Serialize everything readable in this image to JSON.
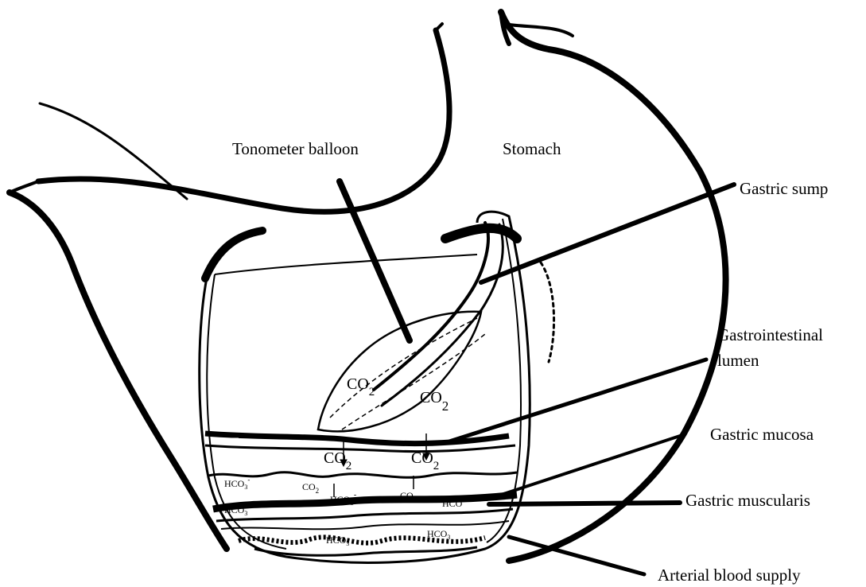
{
  "labels": {
    "tonometer_balloon": "Tonometer balloon",
    "stomach": "Stomach",
    "gastric_sump": "Gastric sump",
    "gi_lumen_line1": "Gastrointestinal",
    "gi_lumen_line2": "lumen",
    "gastric_mucosa": "Gastric mucosa",
    "gastric_muscularis": "Gastric muscularis",
    "arterial_blood_supply": "Arterial blood supply"
  },
  "molecules": {
    "co2_base": "CO",
    "co2_sub": "2",
    "hco3_base": "HCO",
    "hco3_sub": "3",
    "hco3_sup": "-",
    "hco3_short": "HCO"
  },
  "colors": {
    "ink": "#000000",
    "paper": "#ffffff"
  }
}
